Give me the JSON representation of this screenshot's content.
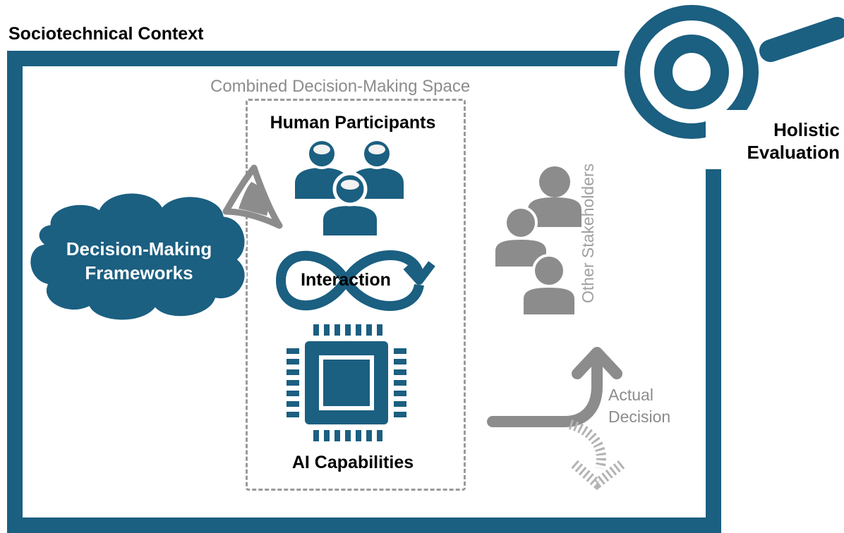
{
  "title": "Sociotechnical Context",
  "space_label": "Combined Decision-Making Space",
  "human_participants": "Human Participants",
  "interaction": "Interaction",
  "ai_capabilities": "AI Capabilities",
  "holistic": [
    "Holistic",
    "Evaluation"
  ],
  "frameworks": [
    "Decision-Making",
    "Frameworks"
  ],
  "stakeholders": "Other Stakeholders",
  "actual_decision": [
    "Actual",
    "Decision"
  ],
  "colors": {
    "primary": "#1b5f81",
    "gray": "#8c8c8c",
    "light_gray": "#a0a0a0"
  },
  "icons": [
    "magnifier-icon",
    "eye-icon",
    "cloud-icon",
    "person-with-brain-icon",
    "infinity-arrow-icon",
    "chip-icon",
    "person-icon",
    "curved-arrow-icon"
  ]
}
